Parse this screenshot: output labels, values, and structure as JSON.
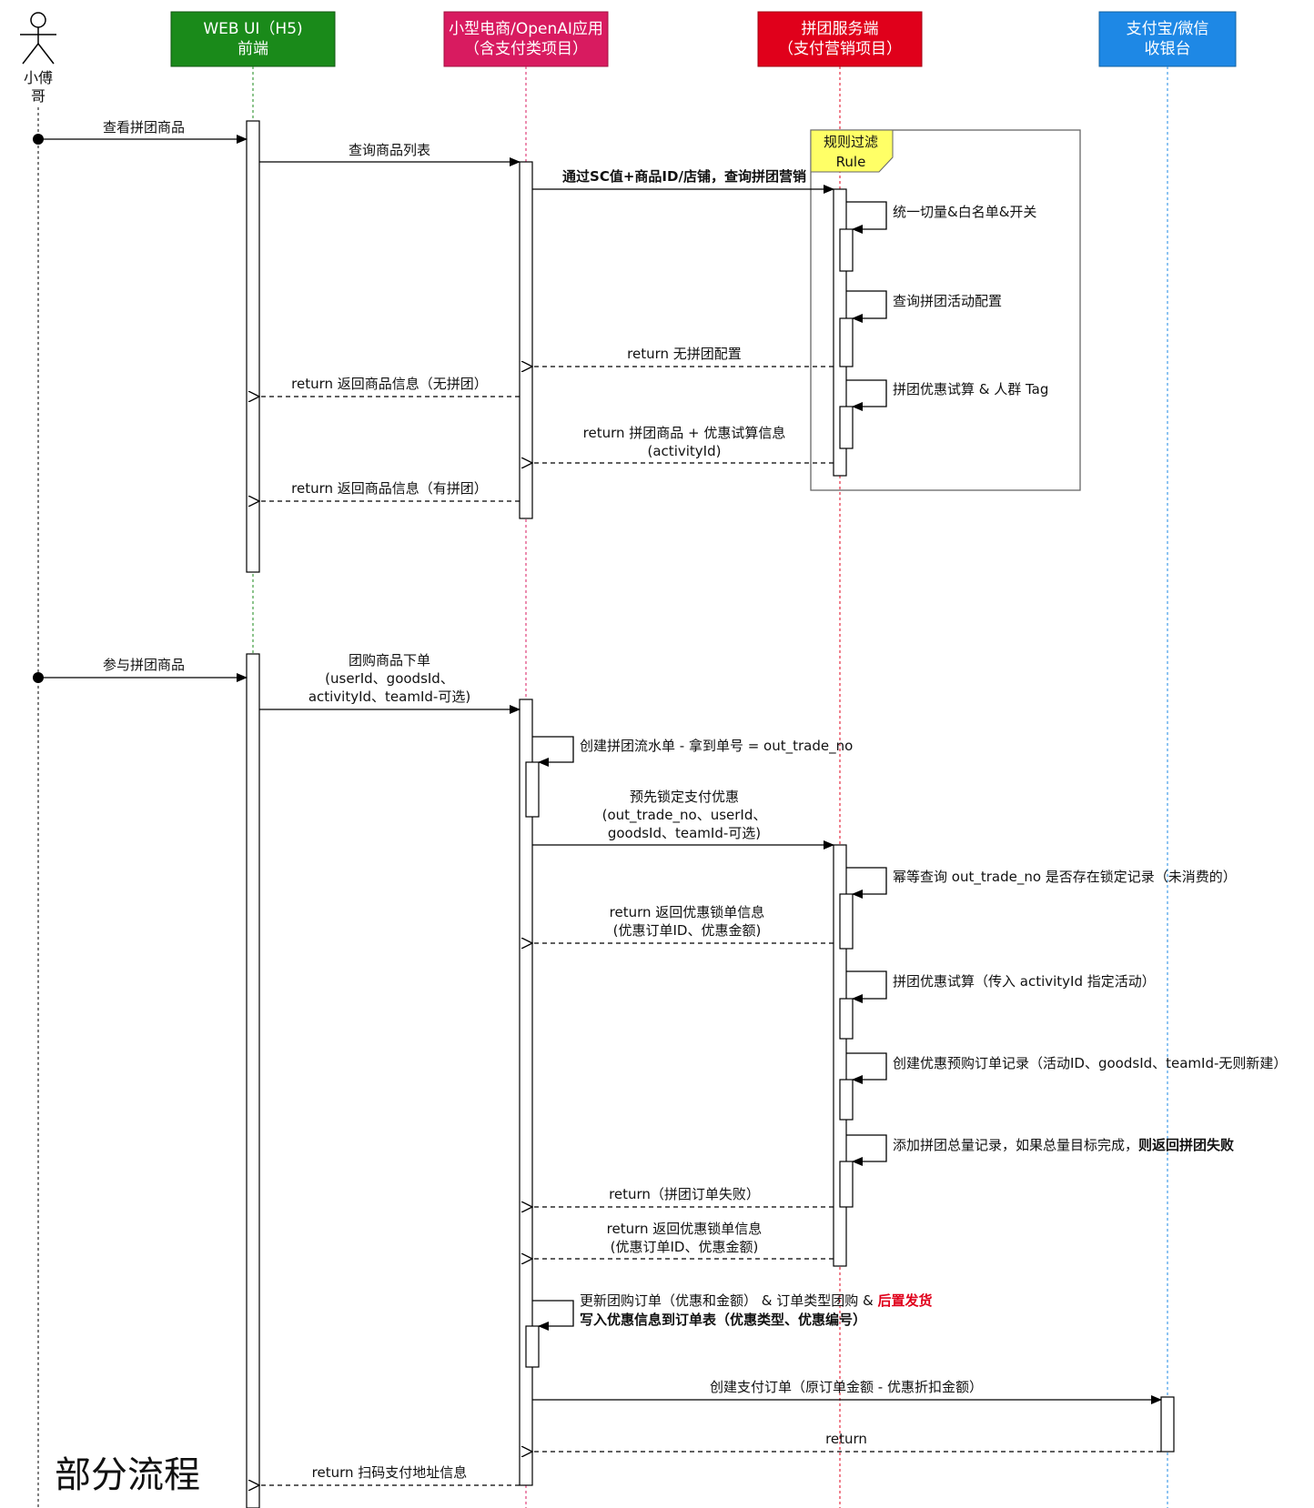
{
  "actor": {
    "name_line1": "小傅",
    "name_line2": "哥"
  },
  "participants": [
    {
      "line1": "WEB UI（H5)",
      "line2": "前端",
      "color": "#1a8a1a"
    },
    {
      "line1": "小型电商/OpenAI应用",
      "line2": "（含支付类项目）",
      "color": "#d81b60"
    },
    {
      "line1": "拼团服务端",
      "line2": "（支付营销项目）",
      "color": "#e0001b"
    },
    {
      "line1": "支付宝/微信",
      "line2": "收银台",
      "color": "#1e88e5"
    }
  ],
  "rule_frame": {
    "label_line1": "规则过滤",
    "label_line2": "Rule"
  },
  "messages": {
    "m1": "查看拼团商品",
    "m2": "查询商品列表",
    "m3": "通过SC值+商品ID/店铺，查询拼团营销",
    "s1": "统一切量&白名单&开关",
    "s2": "查询拼团活动配置",
    "r1": "return 无拼团配置",
    "r2": "return 返回商品信息（无拼团）",
    "s3": "拼团优惠试算 & 人群 Tag",
    "r3_line1": "return 拼团商品 + 优惠试算信息",
    "r3_line2": "(activityId)",
    "r4": "return 返回商品信息（有拼团）",
    "m4": "参与拼团商品",
    "m5_line1": "团购商品下单",
    "m5_line2": "(userId、goodsId、",
    "m5_line3": "activityId、teamId-可选)",
    "s4": "创建拼团流水单 - 拿到单号 = out_trade_no",
    "m6_line1": "预先锁定支付优惠",
    "m6_line2": "(out_trade_no、userId、",
    "m6_line3": "goodsId、teamId-可选)",
    "s5": "幂等查询 out_trade_no 是否存在锁定记录（未消费的）",
    "r5_line1": "return 返回优惠锁单信息",
    "r5_line2": "(优惠订单ID、优惠金额)",
    "s6": "拼团优惠试算（传入 activityId 指定活动）",
    "s7": "创建优惠预购订单记录（活动ID、goodsId、teamId-无则新建）",
    "s8_a": "添加拼团总量记录，如果总量目标完成，",
    "s8_b": "则返回拼团失败",
    "r6": "return（拼团订单失败）",
    "r7_line1": "return 返回优惠锁单信息",
    "r7_line2": "(优惠订单ID、优惠金额)",
    "s9_a": "更新团购订单（优惠和金额） & 订单类型团购 & ",
    "s9_b": "后置发货",
    "s9_line2": "写入优惠信息到订单表（优惠类型、优惠编号）",
    "m7": "创建支付订单（原订单金额 - 优惠折扣金额）",
    "r8": "return",
    "r9": "return 扫码支付地址信息"
  },
  "caption": "部分流程",
  "colors": {
    "highlight": "#e0001b",
    "frame": "#666666",
    "rule_note": "#ffff66"
  }
}
